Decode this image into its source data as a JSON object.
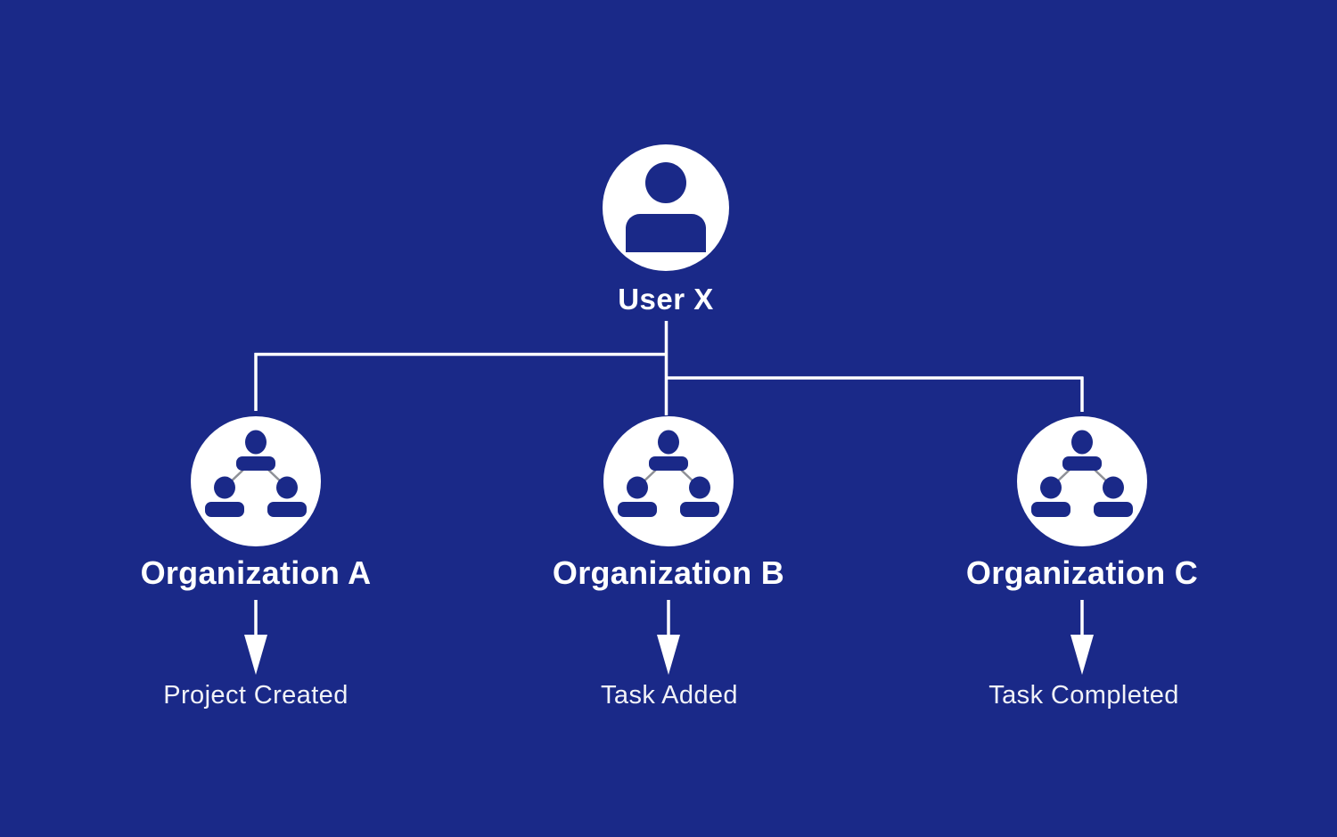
{
  "colors": {
    "background": "#1a2988",
    "foreground": "#ffffff",
    "sublabel": "#f1f2f7",
    "icon_person_blue": "#1a2988",
    "icon_link_gray": "#8e9096",
    "connector_white": "#ffffff"
  },
  "root": {
    "label": "User X",
    "icon": "user-icon"
  },
  "children": [
    {
      "label": "Organization A",
      "outcome": "Project Created",
      "icon": "organization-icon"
    },
    {
      "label": "Organization B",
      "outcome": "Task Added",
      "icon": "organization-icon"
    },
    {
      "label": "Organization C",
      "outcome": "Task Completed",
      "icon": "organization-icon"
    }
  ]
}
